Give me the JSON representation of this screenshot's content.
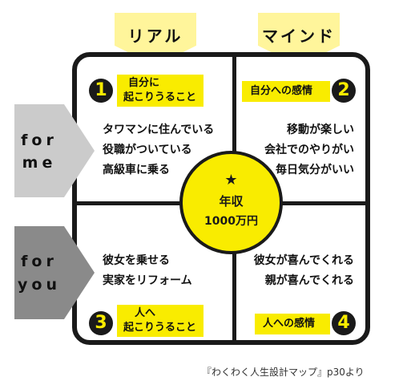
{
  "top_tags": {
    "left": "リアル",
    "right": "マインド"
  },
  "side_tags": {
    "upper": {
      "line1": "for",
      "line2": "me"
    },
    "lower": {
      "line1": "for",
      "line2": "you"
    }
  },
  "center": {
    "star": "★",
    "line1": "年収",
    "line2": "1000万円"
  },
  "quadrants": {
    "q1": {
      "number": "1",
      "label_line1": "自分に",
      "label_line2": "起こりうること",
      "items": [
        "タワマンに住んでいる",
        "役職がついている",
        "高級車に乗る"
      ]
    },
    "q2": {
      "number": "2",
      "label": "自分への感情",
      "items": [
        "移動が楽しい",
        "会社でのやりがい",
        "毎日気分がいい"
      ]
    },
    "q3": {
      "number": "3",
      "label_line1": "人へ",
      "label_line2": "起こりうること",
      "items": [
        "彼女を乗せる",
        "実家をリフォーム"
      ]
    },
    "q4": {
      "number": "4",
      "label": "人への感情",
      "items": [
        "彼女が喜んでくれる",
        "親が喜んでくれる"
      ]
    }
  },
  "source": "『わくわく人生設計マップ』p30より",
  "colors": {
    "yellow": "#f9ec00",
    "pale_yellow": "#fff59b",
    "gray_light": "#cbcbcb",
    "gray_dark": "#8a8a8a",
    "ink": "#1a1a1a"
  }
}
